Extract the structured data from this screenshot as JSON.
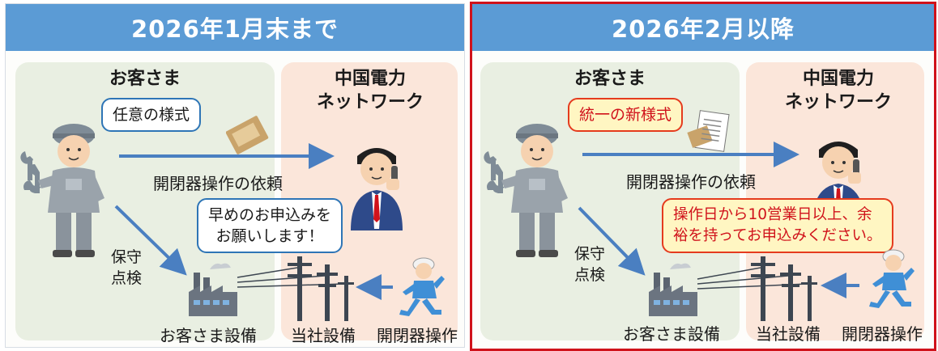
{
  "left": {
    "header": "2026年1月末まで",
    "customer_title": "お客さま",
    "company_title": "中国電力\nネットワーク",
    "form_callout": "任意の様式",
    "request_label": "開閉器操作の依頼",
    "advice_callout": "早めのお申込みを\nお願いします！",
    "maintenance_label": "保守\n点検",
    "customer_equipment": "お客さま設備",
    "company_equipment": "当社設備",
    "switch_operation": "開閉器操作"
  },
  "right": {
    "header": "2026年2月以降",
    "customer_title": "お客さま",
    "company_title": "中国電力\nネットワーク",
    "form_callout": "統一の新様式",
    "request_label": "開閉器操作の依頼",
    "advice_callout": "操作日から10営業日以上、余\n裕を持ってお申込みください。",
    "maintenance_label": "保守\n点検",
    "customer_equipment": "お客さま設備",
    "company_equipment": "当社設備",
    "switch_operation": "開閉器操作"
  },
  "colors": {
    "header_blue": "#5b9bd5",
    "customer_area": "#e9efe2",
    "company_area": "#fbe6da",
    "arrow_blue": "#4a7fc1",
    "highlight_red": "#d0121b",
    "highlight_yellow": "#fff6c2"
  },
  "icons": [
    "worker-icon",
    "wrench-icon",
    "envelope-icon",
    "document-icon",
    "operator-icon",
    "factory-icon",
    "power-pole-icon",
    "running-worker-icon"
  ]
}
